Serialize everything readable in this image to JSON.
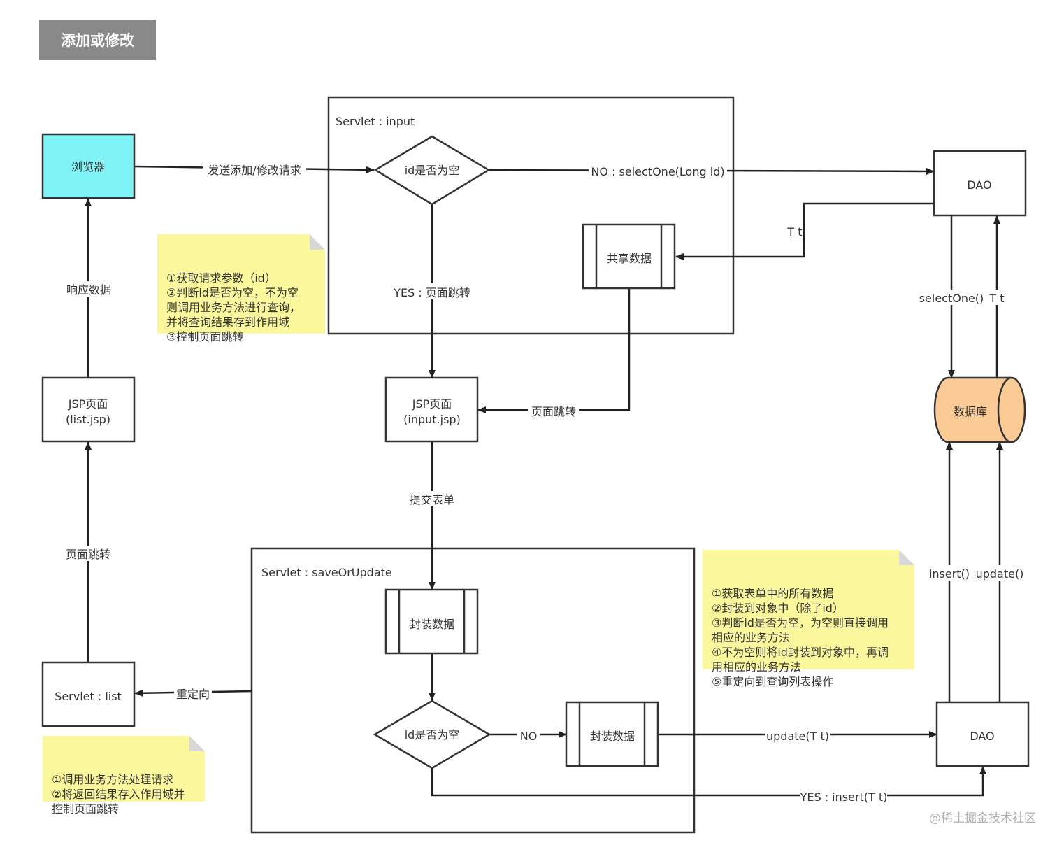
{
  "title": "添加或修改",
  "colors": {
    "browser": "#7ff3f6",
    "database": "#fbcb95",
    "note": "#fbf79c",
    "title_bg": "#898989"
  },
  "containers": {
    "servlet_input": "Servlet : input",
    "servlet_save": "Servlet : saveOrUpdate"
  },
  "nodes": {
    "browser": "浏览器",
    "jsp_list_line1": "JSP页面",
    "jsp_list_line2": "(list.jsp)",
    "servlet_list": "Servlet : list",
    "decision_top": "id是否为空",
    "share_data": "共享数据",
    "jsp_input_line1": "JSP页面",
    "jsp_input_line2": "(input.jsp)",
    "pack_data_1": "封装数据",
    "decision_bottom": "id是否为空",
    "pack_data_2": "封装数据",
    "dao_top": "DAO",
    "database": "数据库",
    "dao_bottom": "DAO"
  },
  "edges": {
    "send_request": "发送添加/修改请求",
    "no_select": "NO : selectOne(Long id)",
    "return_t": "T t",
    "yes_jump": "YES : 页面跳转",
    "share_jump": "页面跳转",
    "response_data": "响应数据",
    "page_jump_left": "页面跳转",
    "submit_form": "提交表单",
    "redirect": "重定向",
    "no_bottom": "NO",
    "update_t": "update(T t)",
    "yes_insert": "YES : insert(T t)",
    "select_one": "selectOne()",
    "return_t_db": "T t",
    "insert": "insert()",
    "update": "update()"
  },
  "notes": {
    "input_note": "①获取请求参数（id）\n②判断id是否为空，不为空\n则调用业务方法进行查询，\n并将查询结果存到作用域\n③控制页面跳转",
    "save_note": "①获取表单中的所有数据\n②封装到对象中（除了id）\n③判断id是否为空，为空则直接调用\n相应的业务方法\n④不为空则将id封装到对象中，再调\n用相应的业务方法\n⑤重定向到查询列表操作",
    "list_note": "①调用业务方法处理请求\n②将返回结果存入作用域并\n控制页面跳转"
  },
  "watermark": "@稀土掘金技术社区"
}
